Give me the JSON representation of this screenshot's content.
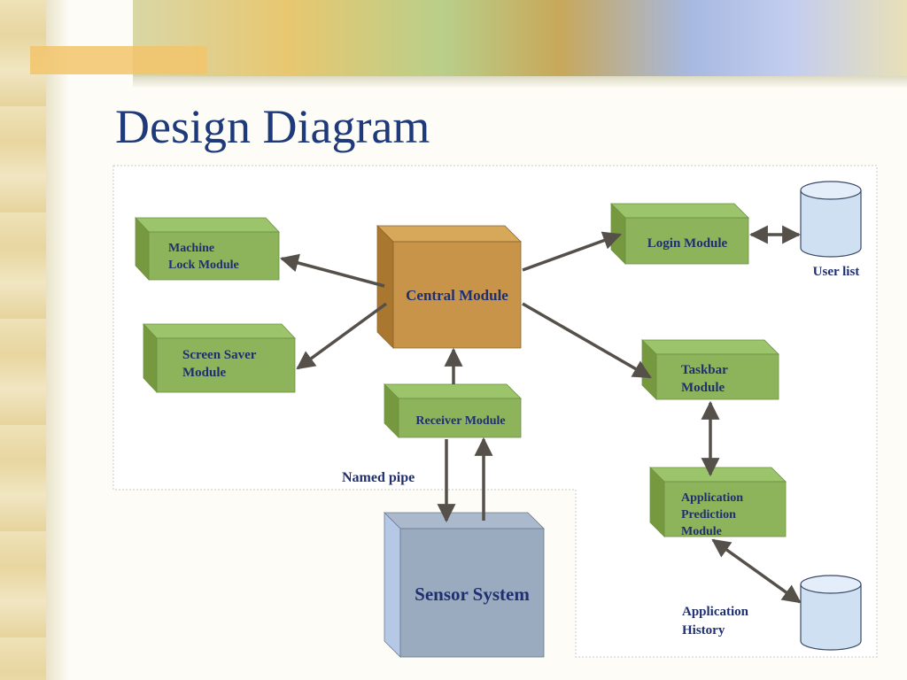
{
  "slide": {
    "title": "Design Diagram"
  },
  "modules": {
    "machine_lock": [
      "Machine",
      "Lock Module"
    ],
    "screen_saver": [
      "Screen Saver",
      "Module"
    ],
    "central": "Central Module",
    "receiver": "Receiver Module",
    "login": "Login Module",
    "taskbar": [
      "Taskbar",
      "Module"
    ],
    "app_prediction": [
      "Application",
      "Prediction",
      "Module"
    ],
    "sensor": "Sensor System"
  },
  "stores": {
    "user_list": "User list",
    "app_history": [
      "Application",
      "History"
    ]
  },
  "labels": {
    "named_pipe": "Named pipe"
  },
  "colors": {
    "module_green": "#8db45a",
    "central_orange": "#c8944a",
    "sensor_blue": "#9aabc0",
    "cylinder_blue": "#cfe0f2",
    "arrow": "#55504a",
    "label_text": "#1f2f70"
  }
}
